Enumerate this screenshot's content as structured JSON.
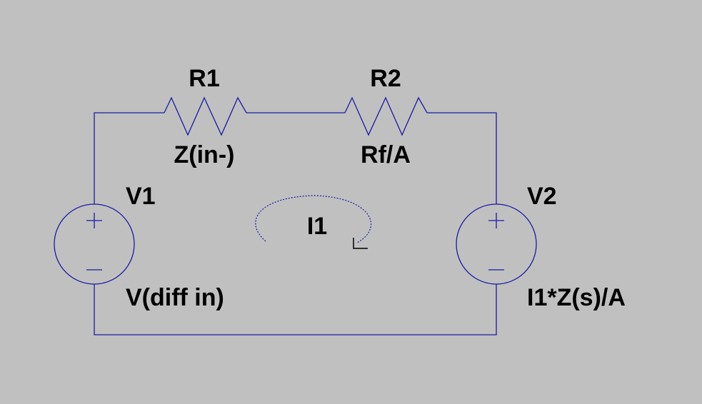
{
  "colors": {
    "background": "#c0c0c0",
    "wire": "#1a1aa6",
    "text": "#000000"
  },
  "components": {
    "r1": {
      "name": "R1",
      "value": "Z(in-)"
    },
    "r2": {
      "name": "R2",
      "value": "Rf/A"
    },
    "v1": {
      "name": "V1",
      "value": "V(diff in)"
    },
    "v2": {
      "name": "V2",
      "value": "I1*Z(s)/A"
    }
  },
  "loop_current": {
    "name": "I1"
  }
}
